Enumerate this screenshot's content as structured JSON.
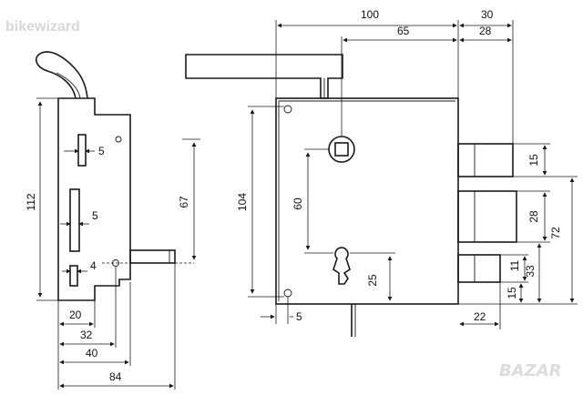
{
  "watermarks": {
    "top_left": "bikewizard",
    "bottom_right": "BAZAR"
  },
  "dimensions": {
    "side_height_112": "112",
    "slot_5_top": "5",
    "slot_5_mid": "5",
    "slot_4_bottom": "4",
    "handle_height_67": "67",
    "width_20": "20",
    "width_32": "32",
    "width_40": "40",
    "width_84": "84",
    "top_100": "100",
    "top_30": "30",
    "top_65": "65",
    "top_28": "28",
    "front_height_104": "104",
    "spindle_60": "60",
    "keyhole_25": "25",
    "bottom_5": "5",
    "bolt_15_top": "15",
    "bolt_28": "28",
    "bolt_72": "72",
    "bolt_11": "11",
    "bolt_33": "33",
    "bolt_15_bottom": "15",
    "bolt_22": "22"
  }
}
